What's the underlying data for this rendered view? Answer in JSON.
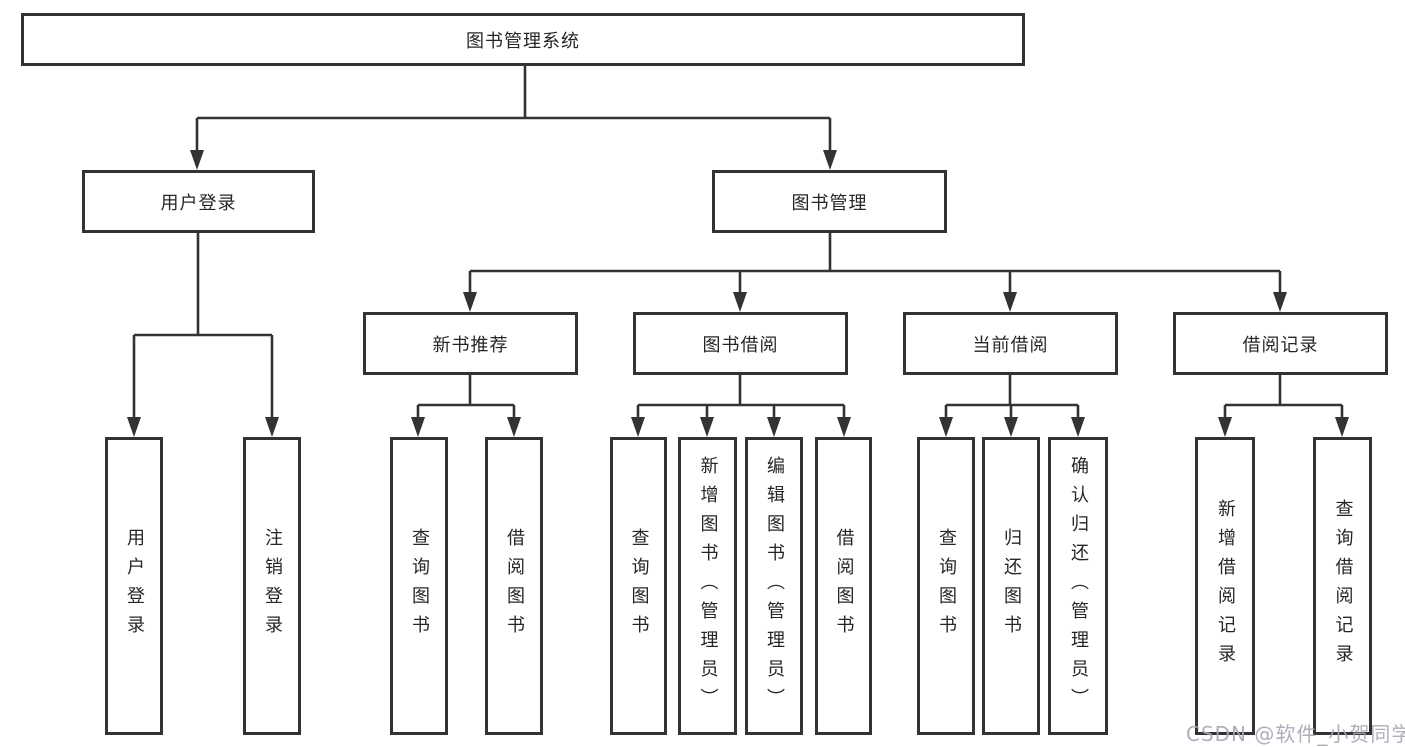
{
  "diagram": {
    "root": {
      "label": "图书管理系统",
      "children": [
        {
          "label": "用户登录",
          "children": [
            {
              "label": "用户登录"
            },
            {
              "label": "注销登录"
            }
          ]
        },
        {
          "label": "图书管理",
          "children": [
            {
              "label": "新书推荐",
              "children": [
                {
                  "label": "查询图书"
                },
                {
                  "label": "借阅图书"
                }
              ]
            },
            {
              "label": "图书借阅",
              "children": [
                {
                  "label": "查询图书"
                },
                {
                  "label": "新增图书（管理员）"
                },
                {
                  "label": "编辑图书（管理员）"
                },
                {
                  "label": "借阅图书"
                }
              ]
            },
            {
              "label": "当前借阅",
              "children": [
                {
                  "label": "查询图书"
                },
                {
                  "label": "归还图书"
                },
                {
                  "label": "确认归还（管理员）"
                }
              ]
            },
            {
              "label": "借阅记录",
              "children": [
                {
                  "label": "新增借阅记录"
                },
                {
                  "label": "查询借阅记录"
                }
              ]
            }
          ]
        }
      ]
    }
  },
  "watermark": {
    "text": "CSDN @软件_小贺同学"
  },
  "colors": {
    "line": "#333333",
    "background": "#ffffff",
    "text": "#262626",
    "watermark": "#a7a9b6"
  }
}
